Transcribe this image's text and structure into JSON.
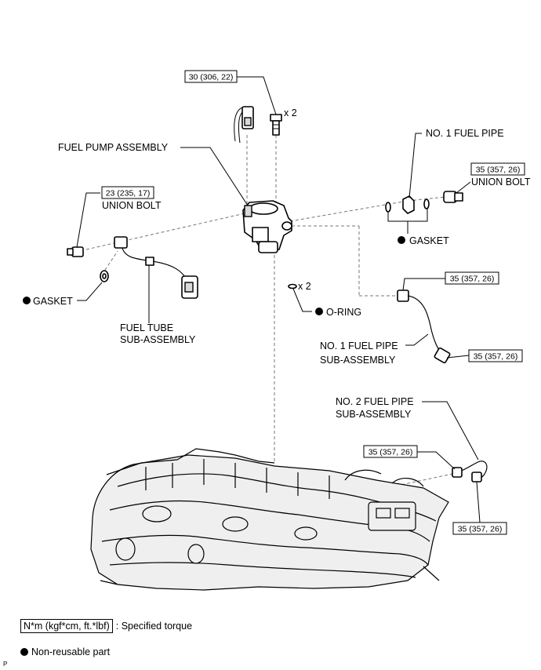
{
  "callouts": {
    "top_torque": "30 (306, 22)",
    "bolt_qty": "x 2",
    "fuel_pump_assembly": "FUEL PUMP ASSEMBLY",
    "no1_fuel_pipe": "NO. 1 FUEL PIPE",
    "union_bolt_right_torque": "35 (357, 26)",
    "union_bolt_right": "UNION BOLT",
    "union_bolt_left_torque": "23 (235, 17)",
    "union_bolt_left": "UNION BOLT",
    "gasket_right": "GASKET",
    "gasket_left": "GASKET",
    "oring_qty": "x 2",
    "oring": "O-RING",
    "fuel_tube_line1": "FUEL TUBE",
    "fuel_tube_line2": "SUB-ASSEMBLY",
    "no1_pipe_sub_line1": "NO. 1 FUEL PIPE",
    "no1_pipe_sub_line2": "SUB-ASSEMBLY",
    "no1_pipe_torque_top": "35 (357, 26)",
    "no1_pipe_torque_bottom": "35 (357, 26)",
    "no2_pipe_sub_line1": "NO. 2 FUEL PIPE",
    "no2_pipe_sub_line2": "SUB-ASSEMBLY",
    "no2_pipe_torque_left": "35 (357, 26)",
    "no2_pipe_torque_right": "35 (357, 26)"
  },
  "legend": {
    "torque_unit": "N*m (kgf*cm, ft.*lbf)",
    "torque_desc": ": Specified torque",
    "nonreusable_desc": "Non-reusable part"
  },
  "footer": {
    "page_mark": "P"
  },
  "icons": {
    "nonreusable_marker": "filled-circle-icon"
  }
}
